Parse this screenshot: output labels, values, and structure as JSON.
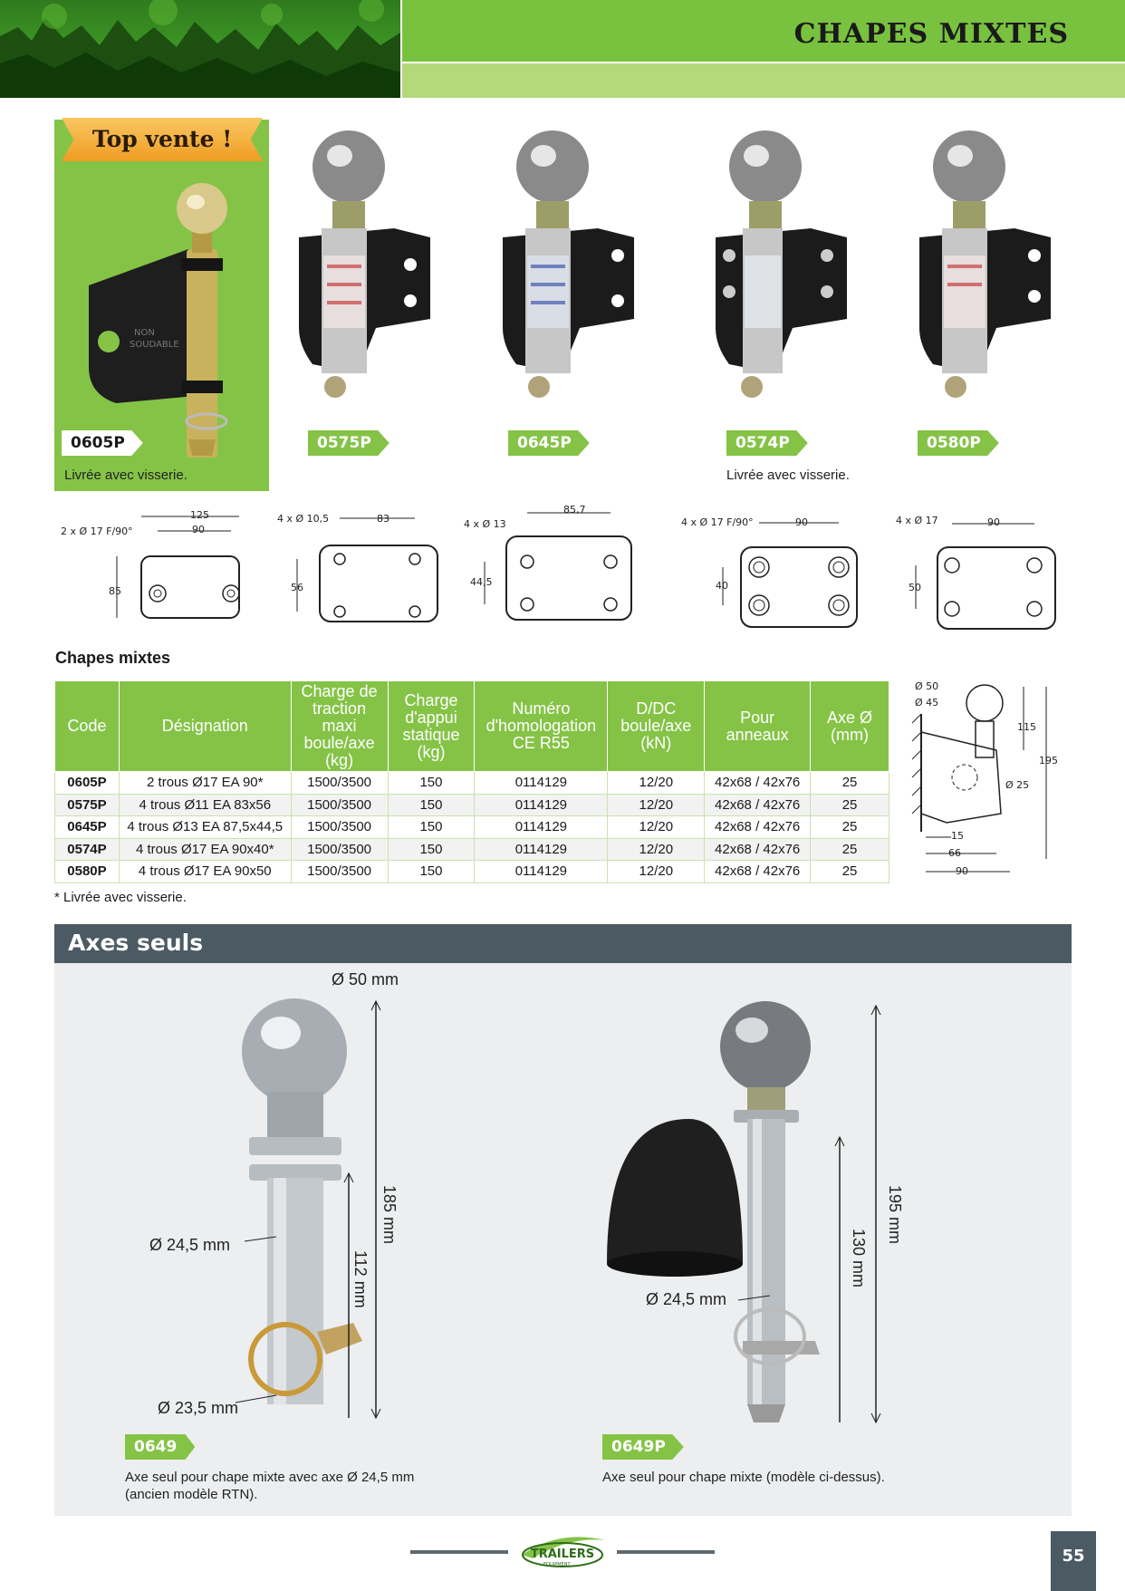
{
  "header": {
    "title": "CHAPES MIXTES"
  },
  "badge": {
    "top_vente": "Top vente !"
  },
  "products": [
    {
      "code": "0605P",
      "note": "Livrée avec visserie."
    },
    {
      "code": "0575P",
      "note": ""
    },
    {
      "code": "0645P",
      "note": ""
    },
    {
      "code": "0574P",
      "note": "Livrée avec visserie."
    },
    {
      "code": "0580P",
      "note": ""
    }
  ],
  "drawings": [
    {
      "labels": [
        "125",
        "90",
        "2 x Ø 17 F/90°",
        "85"
      ]
    },
    {
      "labels": [
        "4 x Ø 10,5",
        "83",
        "56"
      ]
    },
    {
      "labels": [
        "85,7",
        "4 x Ø 13",
        "44,5"
      ]
    },
    {
      "labels": [
        "4 x Ø 17 F/90°",
        "90",
        "40"
      ]
    },
    {
      "labels": [
        "4 x Ø 17",
        "90",
        "50"
      ]
    }
  ],
  "side_drawing": {
    "labels": [
      "Ø 50",
      "Ø 45",
      "115",
      "195",
      "Ø 25",
      "15",
      "66",
      "90"
    ]
  },
  "table": {
    "title": "Chapes mixtes",
    "headers": [
      "Code",
      "Désignation",
      "Charge de traction maxi boule/axe (kg)",
      "Charge d'appui statique (kg)",
      "Numéro d'homologation CE R55",
      "D/DC boule/axe (kN)",
      "Pour anneaux",
      "Axe Ø (mm)"
    ],
    "rows": [
      [
        "0605P",
        "2 trous Ø17 EA 90*",
        "1500/3500",
        "150",
        "0114129",
        "12/20",
        "42x68 / 42x76",
        "25"
      ],
      [
        "0575P",
        "4 trous Ø11 EA 83x56",
        "1500/3500",
        "150",
        "0114129",
        "12/20",
        "42x68 / 42x76",
        "25"
      ],
      [
        "0645P",
        "4 trous Ø13 EA 87,5x44,5",
        "1500/3500",
        "150",
        "0114129",
        "12/20",
        "42x68 / 42x76",
        "25"
      ],
      [
        "0574P",
        "4 trous Ø17 EA 90x40*",
        "1500/3500",
        "150",
        "0114129",
        "12/20",
        "42x68 / 42x76",
        "25"
      ],
      [
        "0580P",
        "4 trous Ø17 EA 90x50",
        "1500/3500",
        "150",
        "0114129",
        "12/20",
        "42x68 / 42x76",
        "25"
      ]
    ],
    "footnote": "* Livrée avec visserie."
  },
  "axes": {
    "title": "Axes seuls",
    "left": {
      "dims": [
        "Ø 50 mm",
        "Ø 24,5 mm",
        "Ø 23,5 mm",
        "185 mm",
        "112 mm"
      ],
      "code": "0649",
      "desc_line1": "Axe seul pour chape mixte avec axe Ø 24,5 mm",
      "desc_line2": "(ancien modèle RTN)."
    },
    "right": {
      "dims": [
        "Ø 24,5 mm",
        "195 mm",
        "130 mm"
      ],
      "code": "0649P",
      "desc_line1": "Axe seul pour chape mixte (modèle ci-dessus)."
    }
  },
  "footer": {
    "logo_text": "TRAILERS",
    "logo_sub": "EQUIPMENT",
    "page": "55"
  },
  "colors": {
    "green": "#85c347",
    "dark_bar": "#4b5a63",
    "light_green": "#b3d97b"
  }
}
